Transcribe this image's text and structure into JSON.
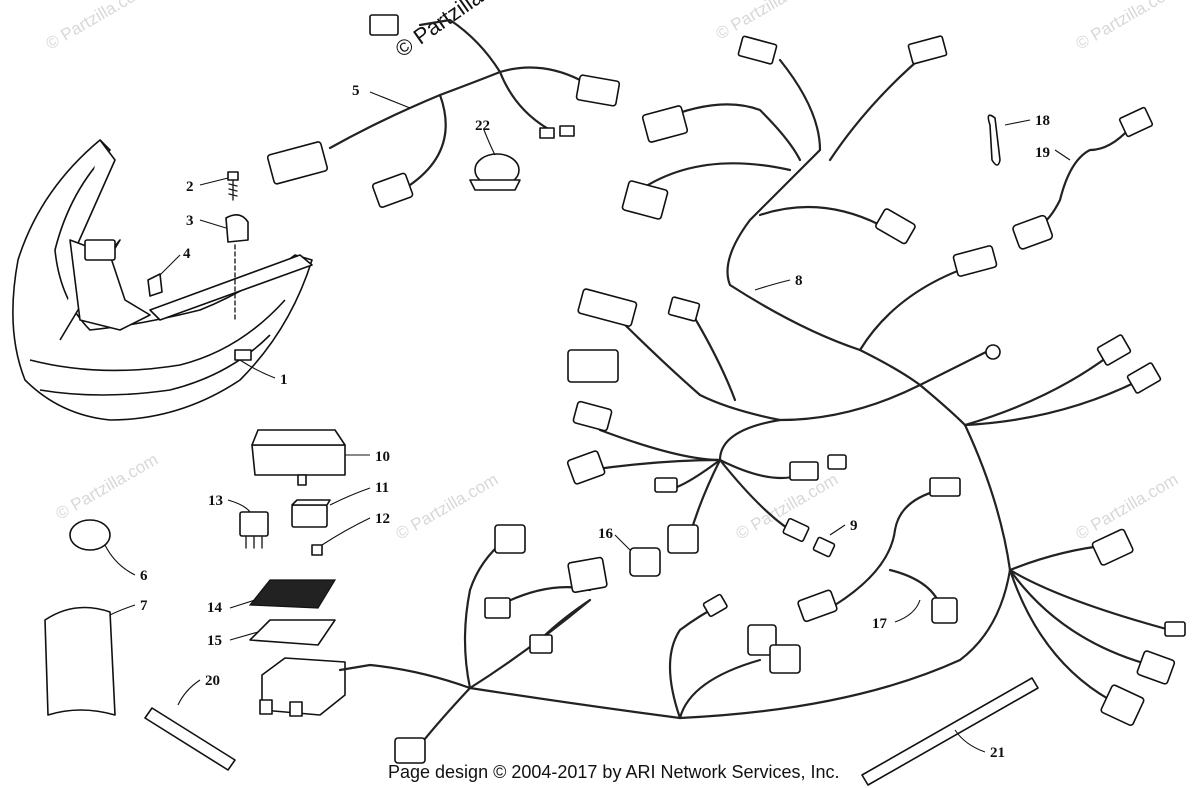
{
  "watermark": {
    "text": "© Partzilla.com",
    "prominent_text": "© Partzilla"
  },
  "footer": {
    "copyright": "Page design © 2004-2017 by ARI Network Services, Inc."
  },
  "callouts": [
    {
      "id": "1",
      "label": "1"
    },
    {
      "id": "2",
      "label": "2"
    },
    {
      "id": "3",
      "label": "3"
    },
    {
      "id": "4",
      "label": "4"
    },
    {
      "id": "5",
      "label": "5"
    },
    {
      "id": "6",
      "label": "6"
    },
    {
      "id": "7",
      "label": "7"
    },
    {
      "id": "8",
      "label": "8"
    },
    {
      "id": "9",
      "label": "9"
    },
    {
      "id": "10",
      "label": "10"
    },
    {
      "id": "11",
      "label": "11"
    },
    {
      "id": "12",
      "label": "12"
    },
    {
      "id": "13",
      "label": "13"
    },
    {
      "id": "14",
      "label": "14"
    },
    {
      "id": "15",
      "label": "15"
    },
    {
      "id": "16",
      "label": "16"
    },
    {
      "id": "17",
      "label": "17"
    },
    {
      "id": "18",
      "label": "18"
    },
    {
      "id": "19",
      "label": "19"
    },
    {
      "id": "20",
      "label": "20"
    },
    {
      "id": "21",
      "label": "21"
    },
    {
      "id": "22",
      "label": "22"
    }
  ]
}
